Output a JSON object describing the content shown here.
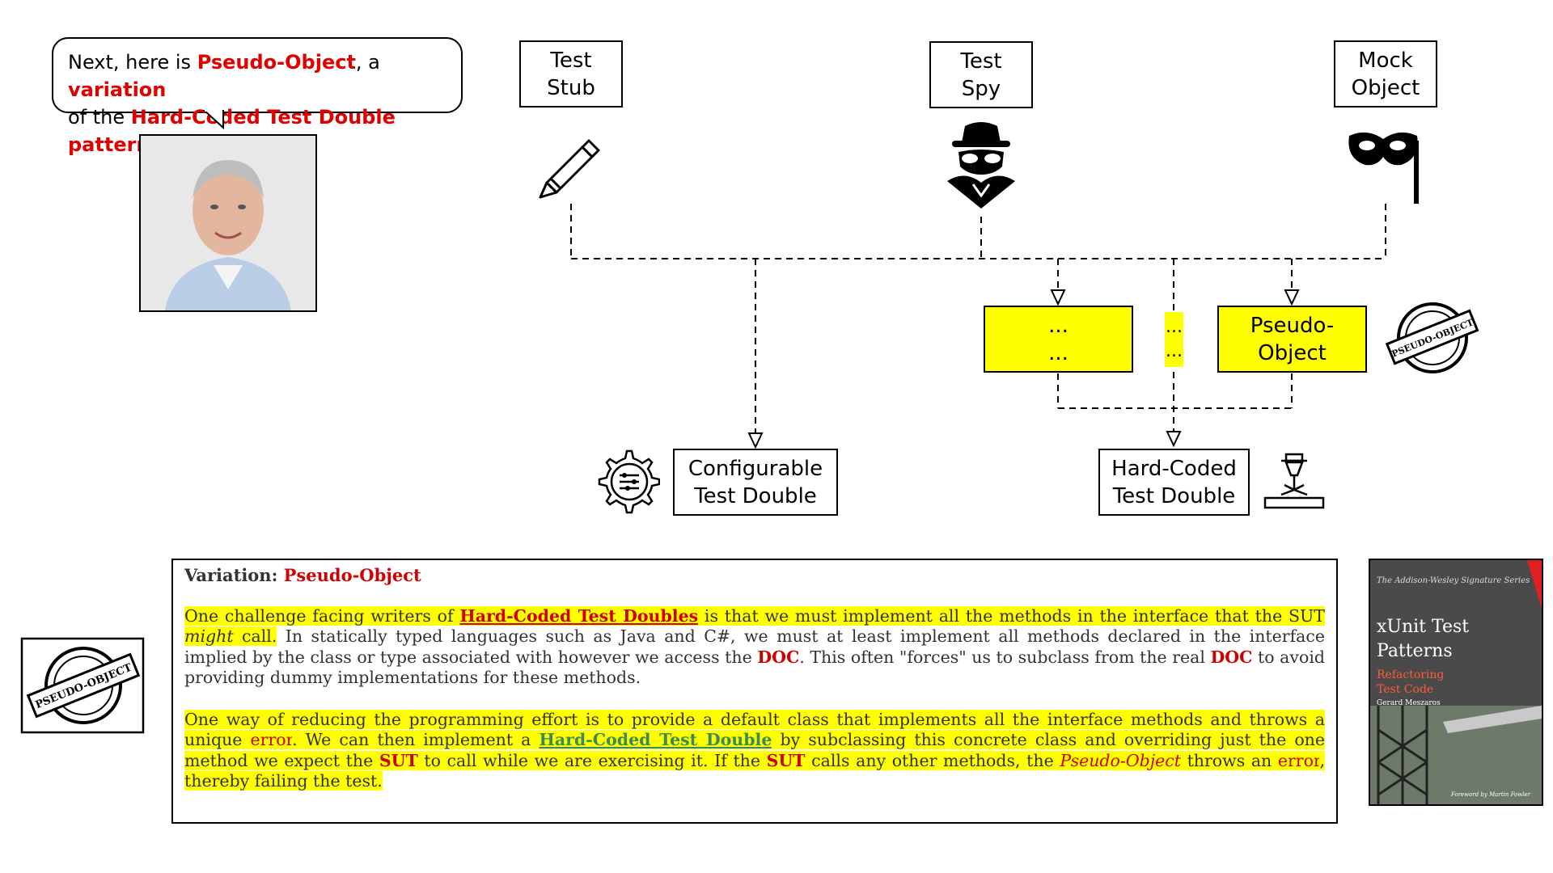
{
  "bubble": {
    "line1_a": "Next, here is ",
    "line1_b": "Pseudo-Object",
    "line1_c": ", a ",
    "line1_d": "variation",
    "line2_a": "of the ",
    "line2_b": "Hard-Coded Test Double pattern",
    "line2_c": "."
  },
  "boxes": {
    "test_stub": "Test\nStub",
    "test_spy": "Test\nSpy",
    "mock_object": "Mock\nObject",
    "ellipsis_box": "...\n...",
    "ellipsis_narrow": "...\n...",
    "pseudo_object": "Pseudo-\nObject",
    "configurable": "Configurable\nTest Double",
    "hard_coded": "Hard-Coded\nTest Double"
  },
  "stamp_text": "PSEUDO-OBJECT",
  "panel": {
    "heading_label": "Variation: ",
    "heading_value": "Pseudo-Object",
    "p1": {
      "a": "One challenge facing writers of ",
      "link": "Hard-Coded Test Doubles",
      "b": " is that we must implement all the methods in the interface that the SUT ",
      "might": "might",
      "c": " call.",
      "d": " In statically typed languages such as Java and C#, we must at least implement all methods declared in the interface implied by the class or type associated with however we access the ",
      "doc1": "DOC",
      "e": ". This often \"forces\" us to subclass from the real ",
      "doc2": "DOC",
      "f": " to avoid providing dummy implementations for these methods."
    },
    "p2": {
      "a": "One way of reducing the programming effort is to provide a default class that implements all the interface methods and throws a unique ",
      "error1": "error",
      "b": ". We can then implement a ",
      "link": "Hard-Coded Test Double",
      "c": " by subclassing this concrete class and overriding just the one method we expect the ",
      "sut1": "SUT",
      "d": " to call while we are exercising it. If the ",
      "sut2": "SUT",
      "e": " calls any other methods, the ",
      "pseudo": "Pseudo-Object",
      "f": " throws an ",
      "error2": "error",
      "g": ", thereby failing the test."
    }
  },
  "book": {
    "series": "The Addison-Wesley Signature Series",
    "title1": "xUnit Test",
    "title2": "Patterns",
    "subtitle1": "Refactoring",
    "subtitle2": "Test Code",
    "author": "Gerard Meszaros",
    "foreword": "Foreword by Martin Fowler"
  },
  "colors": {
    "highlight": "#ffff00",
    "accent_red": "#e00000",
    "link_green": "#3a8a5a"
  },
  "icons": [
    "pencil-icon",
    "spy-icon",
    "mask-icon",
    "gear-sliders-icon",
    "laser-cutter-icon",
    "stamp-icon"
  ]
}
